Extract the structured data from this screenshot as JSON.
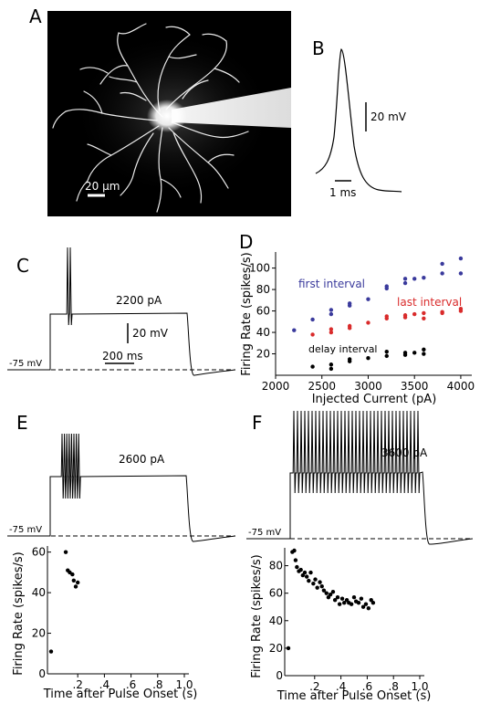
{
  "panels": {
    "A": {
      "letter": "A",
      "scale_label": "20 µm"
    },
    "B": {
      "letter": "B",
      "v_scale": "20 mV",
      "t_scale": "1 ms"
    },
    "C": {
      "letter": "C",
      "current": "2200 pA",
      "v_scale": "20 mV",
      "t_scale": "200 ms",
      "baseline": "-75 mV"
    },
    "D": {
      "letter": "D"
    },
    "E": {
      "letter": "E",
      "current": "2600 pA",
      "baseline": "-75 mV"
    },
    "F": {
      "letter": "F",
      "current": "3600 pA",
      "baseline": "-75 mV"
    }
  },
  "colors": {
    "first": "#3a3a9c",
    "last": "#d92b2b",
    "delay": "#000000",
    "trace": "#000000"
  },
  "chart_data": [
    {
      "id": "D",
      "type": "scatter",
      "xlabel": "Injected Current (pA)",
      "ylabel": "Firing Rate (spikes/s)",
      "xlim": [
        2000,
        4050
      ],
      "ylim": [
        0,
        115
      ],
      "xticks": [
        2000,
        2500,
        3000,
        3500,
        4000
      ],
      "yticks": [
        20,
        40,
        60,
        80,
        100
      ],
      "grid": false,
      "annotations": {
        "first": "first interval",
        "last": "last interval",
        "delay": "delay interval"
      },
      "series": [
        {
          "key": "first",
          "color": "#3a3a9c",
          "x": [
            2200,
            2400,
            2600,
            2600,
            2800,
            2800,
            3000,
            3200,
            3200,
            3400,
            3400,
            3500,
            3600,
            3800,
            3800,
            4000,
            4000
          ],
          "y": [
            42,
            52,
            57,
            61,
            65,
            67,
            71,
            81,
            83,
            86,
            90,
            90,
            91,
            95,
            104,
            95,
            109
          ]
        },
        {
          "key": "last",
          "color": "#d92b2b",
          "x": [
            2400,
            2600,
            2600,
            2800,
            2800,
            3000,
            3200,
            3200,
            3400,
            3400,
            3500,
            3600,
            3600,
            3800,
            3800,
            4000,
            4000
          ],
          "y": [
            38,
            40,
            43,
            44,
            46,
            49,
            53,
            55,
            54,
            56,
            57,
            53,
            58,
            58,
            59,
            60,
            62
          ]
        },
        {
          "key": "delay",
          "color": "#000000",
          "x": [
            2400,
            2600,
            2600,
            2800,
            2800,
            3000,
            3200,
            3200,
            3400,
            3400,
            3500,
            3600,
            3600
          ],
          "y": [
            8,
            6,
            10,
            13,
            15,
            16,
            18,
            22,
            19,
            21,
            21,
            20,
            24
          ]
        }
      ]
    },
    {
      "id": "E",
      "type": "scatter",
      "xlabel": "Time after Pulse Onset (s)",
      "ylabel": "Firing Rate (spikes/s)",
      "xlim": [
        0,
        1.0
      ],
      "ylim": [
        0,
        63
      ],
      "xticks": [
        0.2,
        0.4,
        0.6,
        0.8,
        1.0
      ],
      "yticks": [
        0,
        20,
        40,
        60
      ],
      "grid": false,
      "series": [
        {
          "key": "E",
          "color": "#000000",
          "x": [
            0.0,
            0.11,
            0.125,
            0.14,
            0.16,
            0.17,
            0.185,
            0.2
          ],
          "y": [
            11,
            60,
            51,
            50,
            49,
            46,
            43,
            45
          ]
        }
      ]
    },
    {
      "id": "F",
      "type": "scatter",
      "xlabel": "Time after Pulse Onset (s)",
      "ylabel": "Firing Rate (spikes/s)",
      "xlim": [
        0,
        1.0
      ],
      "ylim": [
        0,
        93
      ],
      "xticks": [
        0.2,
        0.4,
        0.6,
        0.8,
        1.0
      ],
      "yticks": [
        0,
        20,
        40,
        60,
        80
      ],
      "grid": false,
      "series": [
        {
          "key": "F",
          "color": "#000000",
          "x": [
            0.0,
            0.03,
            0.045,
            0.055,
            0.065,
            0.08,
            0.095,
            0.11,
            0.125,
            0.14,
            0.155,
            0.17,
            0.19,
            0.205,
            0.22,
            0.24,
            0.255,
            0.27,
            0.29,
            0.305,
            0.32,
            0.34,
            0.355,
            0.375,
            0.39,
            0.41,
            0.425,
            0.445,
            0.46,
            0.48,
            0.5,
            0.515,
            0.535,
            0.555,
            0.57,
            0.59,
            0.61,
            0.63,
            0.645
          ],
          "y": [
            20,
            90,
            91,
            84,
            79,
            76,
            77,
            73,
            75,
            72,
            69,
            75,
            67,
            70,
            64,
            68,
            65,
            62,
            60,
            57,
            59,
            61,
            55,
            57,
            52,
            56,
            53,
            55,
            53,
            52,
            57,
            54,
            53,
            56,
            50,
            52,
            49,
            55,
            53
          ]
        }
      ]
    }
  ]
}
